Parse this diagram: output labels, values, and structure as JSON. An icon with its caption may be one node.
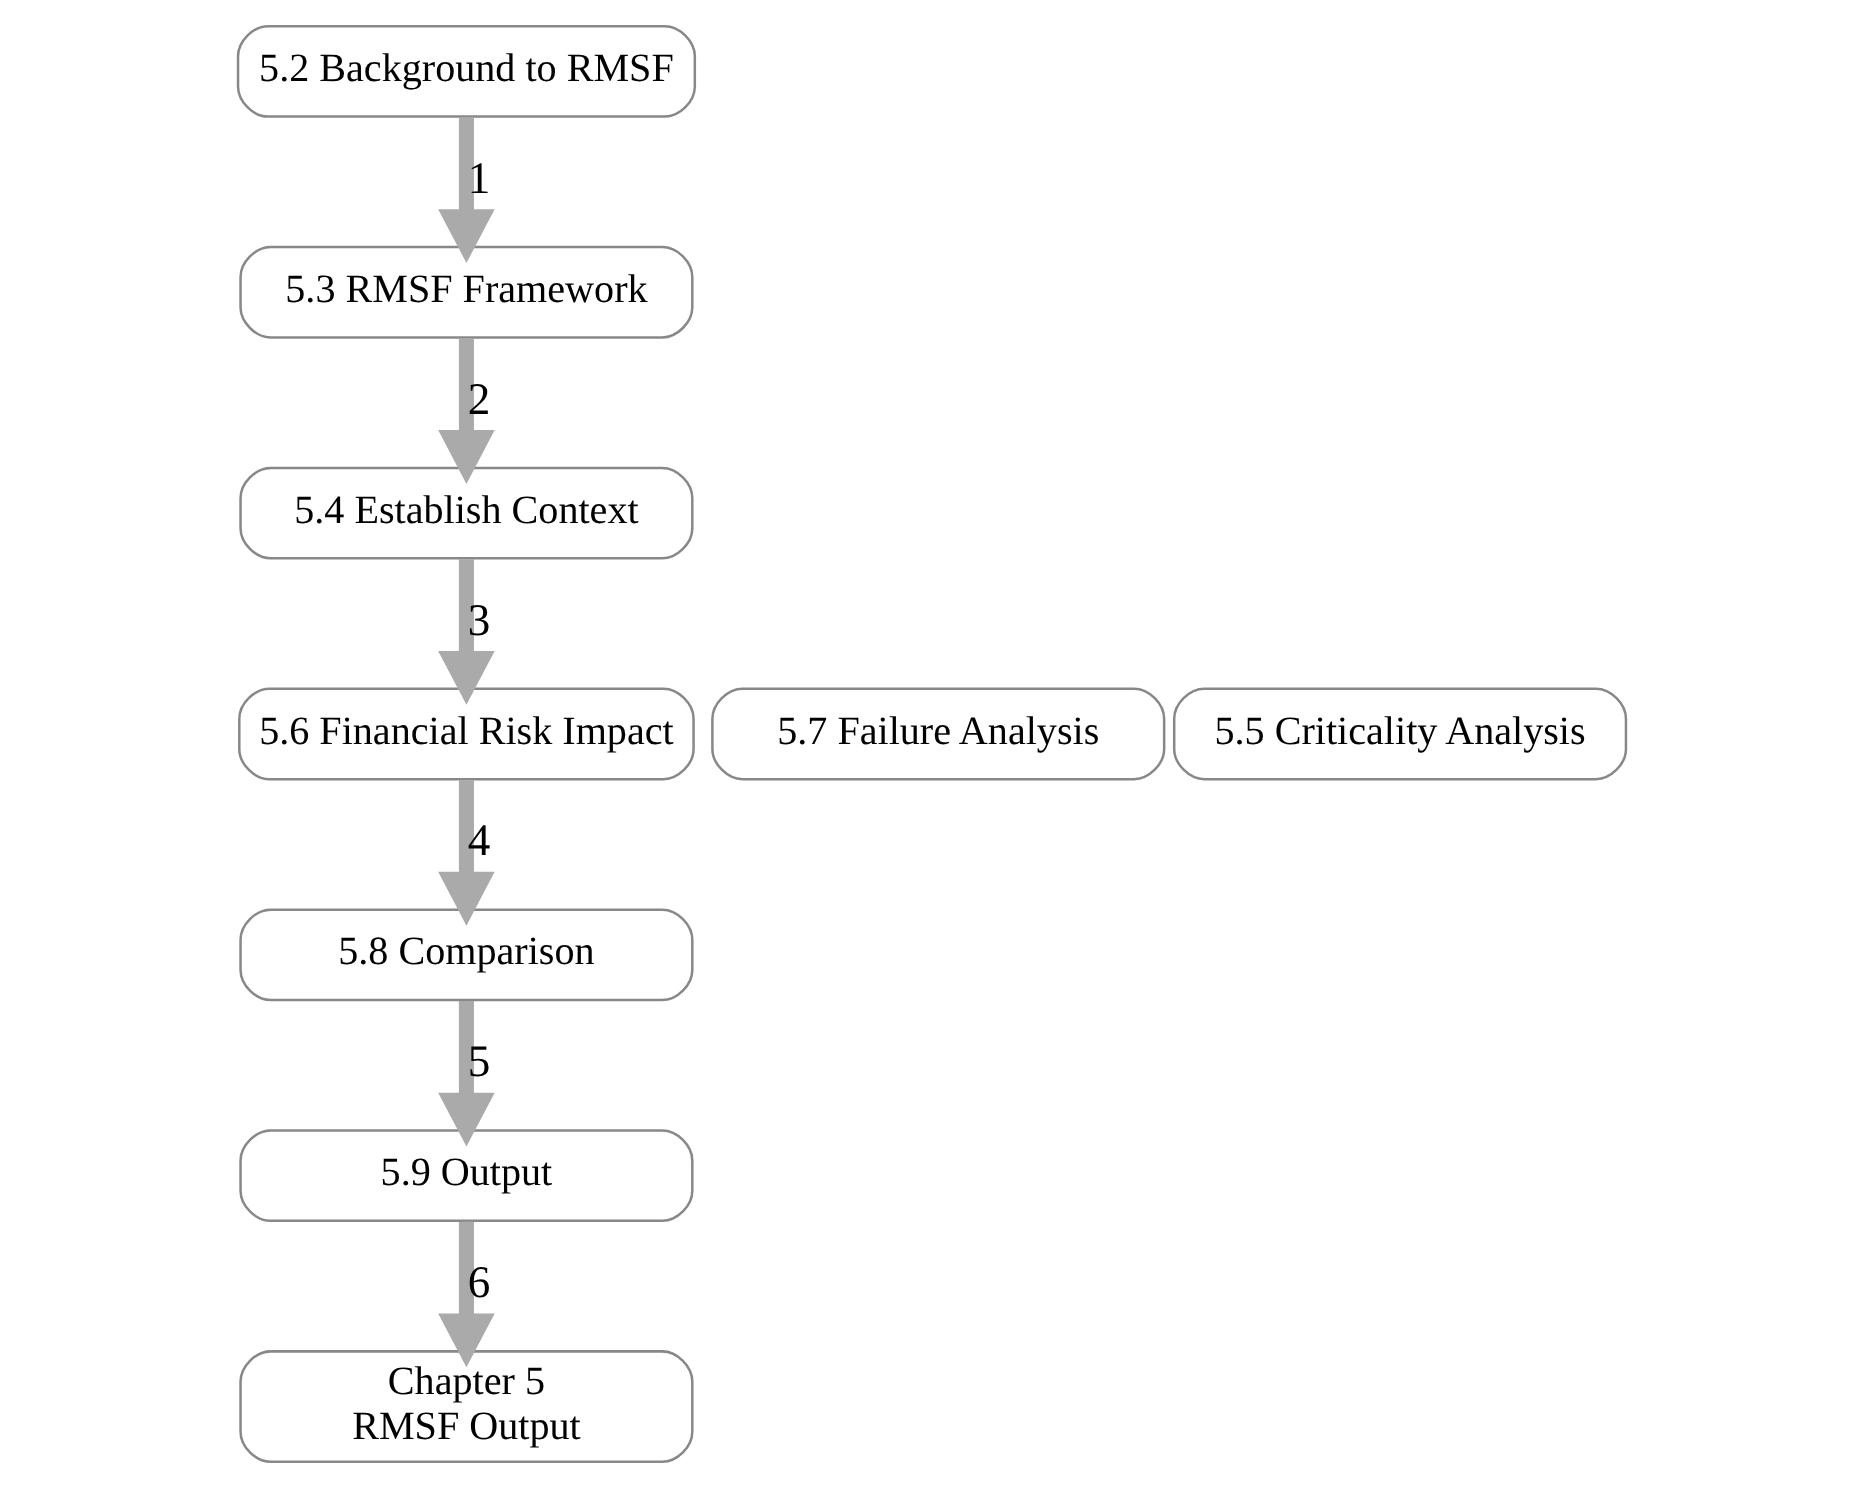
{
  "diagram": {
    "nodes": [
      {
        "text": [
          "5.2 Background to RMSF"
        ]
      },
      {
        "text": [
          "5.3 RMSF Framework"
        ]
      },
      {
        "text": [
          "5.4 Establish Context"
        ]
      },
      {
        "text": [
          "5.5 Criticality Analysis"
        ]
      },
      {
        "text": [
          "5.6 Financial Risk Impact"
        ]
      },
      {
        "text": [
          "5.7 Failure Analysis"
        ]
      },
      {
        "text": [
          "5.8 Comparison"
        ]
      },
      {
        "text": [
          "5.9 Output"
        ]
      },
      {
        "text": [
          "Chapter 5 RMSF Output"
        ]
      }
    ],
    "edges": [
      {
        "from": 0,
        "to": 1,
        "arrow": "to",
        "label": "1"
      },
      {
        "from": 1,
        "to": 2,
        "arrow": "to",
        "label": "2"
      },
      {
        "from": 2,
        "to": 4,
        "arrow": "to",
        "label": "3"
      },
      {
        "from": 4,
        "to": 6,
        "arrow": "to",
        "label": "4"
      },
      {
        "from": 6,
        "to": 7,
        "arrow": "to",
        "label": "5"
      },
      {
        "from": 7,
        "to": 8,
        "arrow": "to",
        "label": "6"
      }
    ]
  }
}
